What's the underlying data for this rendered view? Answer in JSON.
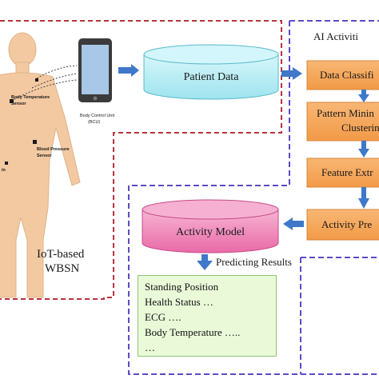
{
  "left_panel": {
    "body_control_unit": "Body Control Unit",
    "bcu": "(BCU)",
    "body_temp_line1": "Body Temperature",
    "body_temp_line2": "Sensor",
    "blood_pressure_line1": "Blood Pressure",
    "blood_pressure_line2": "Sensor",
    "partial_in": "in",
    "iot_line1": "IoT-based",
    "iot_line2": "WBSN"
  },
  "patient_data": "Patient Data",
  "ai_panel": {
    "title": "AI Activiti",
    "steps": [
      "Data Classifi",
      "Pattern Minin",
      "Clusterin",
      "Feature Extr",
      "Activity Pre"
    ]
  },
  "activity_model": "Activity  Model",
  "predicting_results": "Predicting Results",
  "results": [
    "Standing Position",
    "Health Status  …",
    "ECG ….",
    "Body Temperature  …..",
    "…"
  ],
  "colors": {
    "red_dash": "#b5343f",
    "blue_dash": "#5a4bc4",
    "orange_box": "#f5a65b",
    "cyan_cylinder": "#b9eef5",
    "pink_cylinder": "#f08cbc",
    "arrow_blue": "#3f78c9",
    "result_green": "#eafad8",
    "skin": "#f3c9a2"
  }
}
